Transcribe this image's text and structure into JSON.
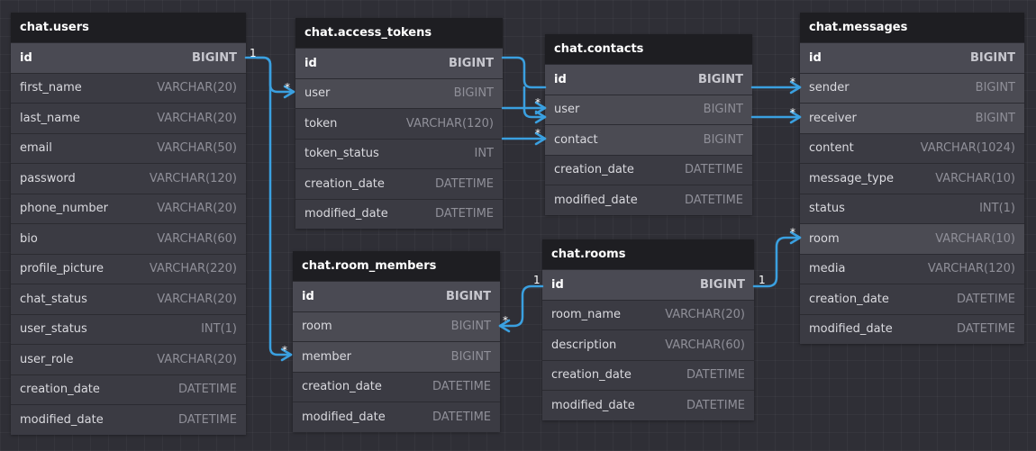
{
  "colors": {
    "background": "#2f2f36",
    "header": "#1e1e22",
    "table": "#3b3b43",
    "relation": "#3aa0e0"
  },
  "tables": {
    "users": {
      "title": "chat.users",
      "columns": [
        {
          "name": "id",
          "type": "BIGINT"
        },
        {
          "name": "first_name",
          "type": "VARCHAR(20)"
        },
        {
          "name": "last_name",
          "type": "VARCHAR(20)"
        },
        {
          "name": "email",
          "type": "VARCHAR(50)"
        },
        {
          "name": "password",
          "type": "VARCHAR(120)"
        },
        {
          "name": "phone_number",
          "type": "VARCHAR(20)"
        },
        {
          "name": "bio",
          "type": "VARCHAR(60)"
        },
        {
          "name": "profile_picture",
          "type": "VARCHAR(220)"
        },
        {
          "name": "chat_status",
          "type": "VARCHAR(20)"
        },
        {
          "name": "user_status",
          "type": "INT(1)"
        },
        {
          "name": "user_role",
          "type": "VARCHAR(20)"
        },
        {
          "name": "creation_date",
          "type": "DATETIME"
        },
        {
          "name": "modified_date",
          "type": "DATETIME"
        }
      ]
    },
    "access_tokens": {
      "title": "chat.access_tokens",
      "columns": [
        {
          "name": "id",
          "type": "BIGINT"
        },
        {
          "name": "user",
          "type": "BIGINT"
        },
        {
          "name": "token",
          "type": "VARCHAR(120)"
        },
        {
          "name": "token_status",
          "type": "INT"
        },
        {
          "name": "creation_date",
          "type": "DATETIME"
        },
        {
          "name": "modified_date",
          "type": "DATETIME"
        }
      ]
    },
    "contacts": {
      "title": "chat.contacts",
      "columns": [
        {
          "name": "id",
          "type": "BIGINT"
        },
        {
          "name": "user",
          "type": "BIGINT"
        },
        {
          "name": "contact",
          "type": "BIGINT"
        },
        {
          "name": "creation_date",
          "type": "DATETIME"
        },
        {
          "name": "modified_date",
          "type": "DATETIME"
        }
      ]
    },
    "messages": {
      "title": "chat.messages",
      "columns": [
        {
          "name": "id",
          "type": "BIGINT"
        },
        {
          "name": "sender",
          "type": "BIGINT"
        },
        {
          "name": "receiver",
          "type": "BIGINT"
        },
        {
          "name": "content",
          "type": "VARCHAR(1024)"
        },
        {
          "name": "message_type",
          "type": "VARCHAR(10)"
        },
        {
          "name": "status",
          "type": "INT(1)"
        },
        {
          "name": "room",
          "type": "VARCHAR(10)"
        },
        {
          "name": "media",
          "type": "VARCHAR(120)"
        },
        {
          "name": "creation_date",
          "type": "DATETIME"
        },
        {
          "name": "modified_date",
          "type": "DATETIME"
        }
      ]
    },
    "room_members": {
      "title": "chat.room_members",
      "columns": [
        {
          "name": "id",
          "type": "BIGINT"
        },
        {
          "name": "room",
          "type": "BIGINT"
        },
        {
          "name": "member",
          "type": "BIGINT"
        },
        {
          "name": "creation_date",
          "type": "DATETIME"
        },
        {
          "name": "modified_date",
          "type": "DATETIME"
        }
      ]
    },
    "rooms": {
      "title": "chat.rooms",
      "columns": [
        {
          "name": "id",
          "type": "BIGINT"
        },
        {
          "name": "room_name",
          "type": "VARCHAR(20)"
        },
        {
          "name": "description",
          "type": "VARCHAR(60)"
        },
        {
          "name": "creation_date",
          "type": "DATETIME"
        },
        {
          "name": "modified_date",
          "type": "DATETIME"
        }
      ]
    }
  },
  "relations": [
    {
      "from": "users.id",
      "to": "access_tokens.user",
      "from_card": "1",
      "to_card": "*"
    },
    {
      "from": "users.id",
      "to": "room_members.member",
      "from_card": "1",
      "to_card": "*"
    },
    {
      "from": "access_tokens.id",
      "to": "contacts.user",
      "from_card": "",
      "to_card": "*"
    },
    {
      "from": "access_tokens.id",
      "to": "contacts.id",
      "from_card": "",
      "to_card": ""
    },
    {
      "from": "access_tokens.token_status",
      "to": "contacts.contact",
      "from_card": "",
      "to_card": "*"
    },
    {
      "from": "contacts.id",
      "to": "messages.sender",
      "from_card": "",
      "to_card": "*"
    },
    {
      "from": "contacts.user",
      "to": "messages.receiver",
      "from_card": "",
      "to_card": "*"
    },
    {
      "from": "rooms.id",
      "to": "room_members.room",
      "from_card": "1",
      "to_card": "*"
    },
    {
      "from": "rooms.id",
      "to": "messages.room",
      "from_card": "1",
      "to_card": "*"
    }
  ]
}
